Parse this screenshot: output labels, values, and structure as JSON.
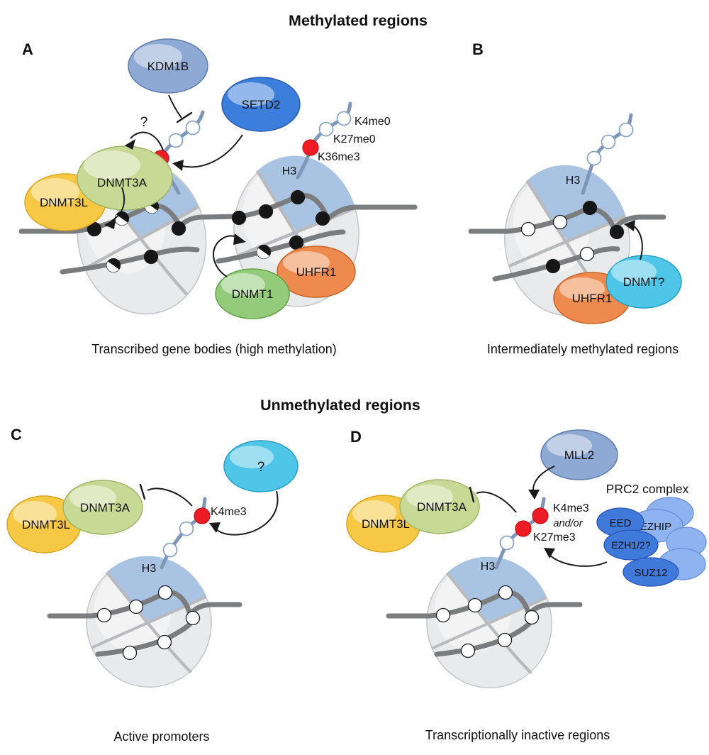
{
  "figure": {
    "section_methylated": "Methylated regions",
    "section_unmethylated": "Unmethylated regions"
  },
  "colors": {
    "methyl_mark_red": "#ed1c24",
    "dna_gray": "#7b7c7e",
    "nucleosome_body": "#e9eaec",
    "nucleosome_h3_wedge": "#a9c3e3",
    "dnmt3l_yellow": "#f6c844",
    "dnmt3a_green": "#c8d996",
    "dnmt1_green": "#93cb7b",
    "uhfr1_orange": "#ee8a4d",
    "unknown_cyan": "#4fc6e8",
    "kdm1b_blue": "#8ea9d4",
    "setd2_blue": "#3c7edb",
    "prc2_dark_blue": "#3f7ada",
    "prc2_light_blue": "#8fb3f0"
  },
  "panelA": {
    "label": "A",
    "caption": "Transcribed gene bodies (high methylation)",
    "kdm1b": "KDM1B",
    "setd2": "SETD2",
    "dnmt3a": "DNMT3A",
    "dnmt3l": "DNMT3L",
    "dnmt1": "DNMT1",
    "uhfr1": "UHFR1",
    "h3": "H3",
    "k4": "K4me0",
    "k27": "K27me0",
    "k36": "K36me3",
    "question": "?",
    "nuc1_dots": [
      "filled",
      "half",
      "half",
      "filled",
      "filled",
      "half"
    ],
    "nuc2_dots": [
      "filled",
      "filled",
      "filled",
      "filled",
      "filled",
      "half"
    ]
  },
  "panelB": {
    "label": "B",
    "caption": "Intermediately methylated regions",
    "uhfr1": "UHFR1",
    "dnmt_unknown": "DNMT?",
    "h3": "H3",
    "dots": [
      "open",
      "open",
      "filled",
      "filled",
      "open",
      "filled"
    ]
  },
  "panelC": {
    "label": "C",
    "caption": "Active promoters",
    "dnmt3a": "DNMT3A",
    "dnmt3l": "DNMT3L",
    "unknown": "?",
    "h3": "H3",
    "k4": "K4me3",
    "dots": [
      "open",
      "open",
      "open",
      "open",
      "open",
      "open"
    ]
  },
  "panelD": {
    "label": "D",
    "caption": "Transcriptionally inactive regions",
    "mll2": "MLL2",
    "dnmt3a": "DNMT3A",
    "dnmt3l": "DNMT3L",
    "h3": "H3",
    "k4": "K4me3",
    "andor": "and/or",
    "k27": "K27me3",
    "prc2_title": "PRC2 complex",
    "eed": "EED",
    "ezhip": "EZHIP",
    "ezh12": "EZH1/2?",
    "suz12": "SUZ12",
    "dots": [
      "open",
      "open",
      "open",
      "open",
      "open",
      "open"
    ]
  }
}
